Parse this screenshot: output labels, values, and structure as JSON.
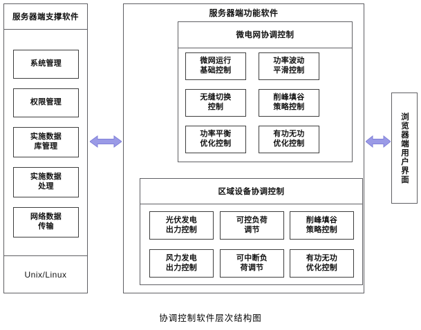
{
  "caption": "协调控制软件层次结构图",
  "colors": {
    "arrow": "#9a9ae6",
    "arrow_stroke": "#8080d8",
    "box_border": "#3c3c3c",
    "panel_border": "#5e5e62",
    "background": "#ffffff",
    "text": "#111111"
  },
  "left_panel": {
    "title": "服务器端支撑软件",
    "os_label": "Unix/Linux",
    "items": [
      {
        "label": "系统管理"
      },
      {
        "label": "权限管理"
      },
      {
        "label": "实施数据\n库管理"
      },
      {
        "label": "实施数据\n处理"
      },
      {
        "label": "网络数据\n传输"
      }
    ]
  },
  "center_panel": {
    "title": "服务器端功能软件",
    "groups": [
      {
        "title": "微电网协调控制",
        "columns": 2,
        "items": [
          {
            "label": "微网运行\n基础控制"
          },
          {
            "label": "功率波动\n平滑控制"
          },
          {
            "label": "无缝切换\n控制"
          },
          {
            "label": "削峰填谷\n策略控制"
          },
          {
            "label": "功率平衡\n优化控制"
          },
          {
            "label": "有功无功\n优化控制"
          }
        ]
      },
      {
        "title": "区域设备协调控制",
        "columns": 3,
        "items": [
          {
            "label": "光伏发电\n出力控制"
          },
          {
            "label": "可控负荷\n调节"
          },
          {
            "label": "削峰填谷\n策略控制"
          },
          {
            "label": "风力发电\n出力控制"
          },
          {
            "label": "可中断负\n荷调节"
          },
          {
            "label": "有功无功\n优化控制"
          }
        ]
      }
    ]
  },
  "right_panel": {
    "title": "浏览器端用户界面"
  },
  "connectors": [
    {
      "name": "left-center-connector",
      "kind": "double-arrow"
    },
    {
      "name": "center-right-connector",
      "kind": "double-arrow"
    }
  ]
}
